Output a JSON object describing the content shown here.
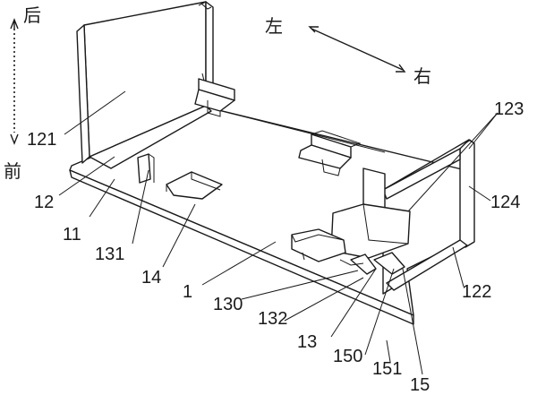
{
  "directions": {
    "back": "后",
    "front": "前",
    "left": "左",
    "right": "右"
  },
  "labels": {
    "l121": "121",
    "l12": "12",
    "l11": "11",
    "l131": "131",
    "l14": "14",
    "l1": "1",
    "l130": "130",
    "l132": "132",
    "l13": "13",
    "l150": "150",
    "l151": "151",
    "l15": "15",
    "l122": "122",
    "l124": "124",
    "l123": "123"
  }
}
